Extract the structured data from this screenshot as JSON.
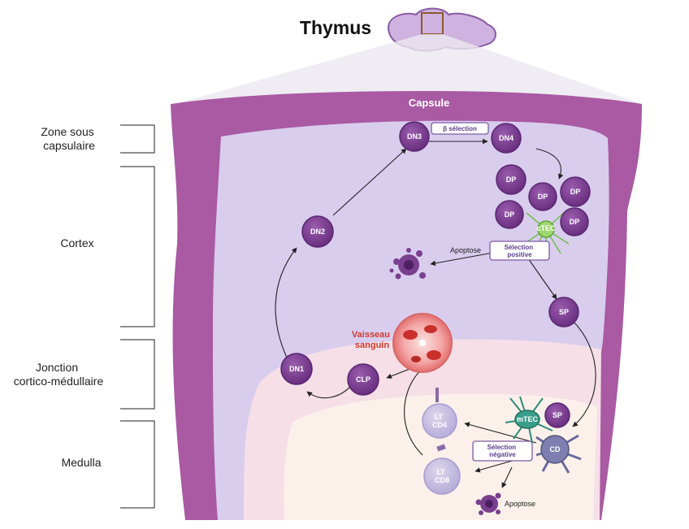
{
  "title": "Thymus",
  "capsule": "Capsule",
  "zones": {
    "zone_sous_capsulaire": [
      "Zone sous",
      "capsulaire"
    ],
    "cortex": [
      "Cortex"
    ],
    "jonction": [
      "Jonction",
      "cortico-médullaire"
    ],
    "medulla": [
      "Medulla"
    ]
  },
  "cells": {
    "dn1": "DN1",
    "dn2": "DN2",
    "dn3": "DN3",
    "dn4": "DN4",
    "dp": "DP",
    "ctec": "cTEC",
    "mtec": "mTEC",
    "sp": "SP",
    "clp": "CLP",
    "cd": "CD",
    "lt": "LT",
    "cd4": "CD4",
    "cd8": "CD8"
  },
  "boxes": {
    "beta_selection": "β sélection",
    "selection_positive": [
      "Sélection",
      "positive"
    ],
    "selection_negative": [
      "Sélection",
      "négative"
    ]
  },
  "labels": {
    "apoptose": "Apoptose",
    "vaisseau": [
      "Vaisseau",
      "sanguin"
    ]
  },
  "colors": {
    "capsule": "#a95aa3",
    "cortex": "#d9cdee",
    "junction": "#f6dfe7",
    "medulla": "#fbf1ea",
    "cell": "#7a3f8e",
    "vessel": "#e05a5a",
    "accent_red": "#d13a2e"
  }
}
